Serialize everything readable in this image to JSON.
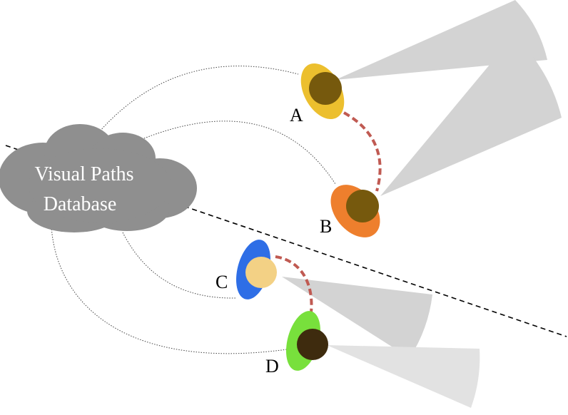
{
  "database": {
    "line1": "Visual Paths",
    "line2": "Database",
    "color": "#8f8f8f"
  },
  "agents": {
    "A": {
      "label": "A",
      "body_color": "#ecbf2e",
      "head_color": "#76590d"
    },
    "B": {
      "label": "B",
      "body_color": "#ee7f2d",
      "head_color": "#76590d"
    },
    "C": {
      "label": "C",
      "body_color": "#2e6ee6",
      "head_color": "#f3d185"
    },
    "D": {
      "label": "D",
      "body_color": "#78e03c",
      "head_color": "#3e2b0e"
    }
  },
  "colors": {
    "view_cone": "#d3d3d3",
    "view_cone_light": "#e2e2e2",
    "path_dash": "#c05a52",
    "connector": "#444444",
    "divider": "#000000"
  }
}
